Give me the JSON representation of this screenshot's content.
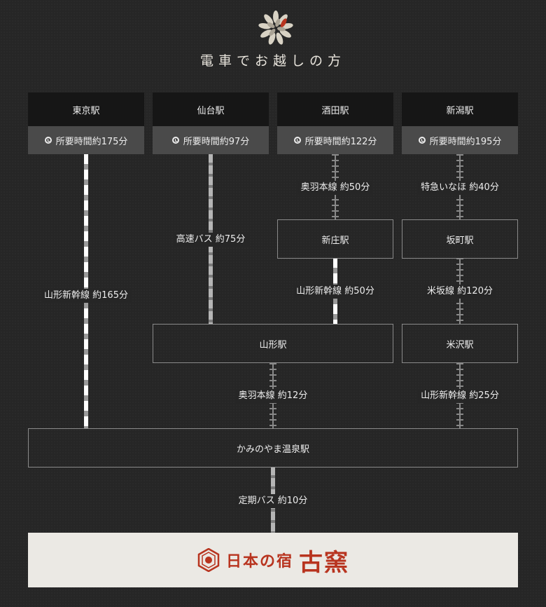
{
  "title": "電車でお越しの方",
  "stations": [
    {
      "name": "東京駅",
      "time": "所要時間約175分"
    },
    {
      "name": "仙台駅",
      "time": "所要時間約97分"
    },
    {
      "name": "酒田駅",
      "time": "所要時間約122分"
    },
    {
      "name": "新潟駅",
      "time": "所要時間約195分"
    }
  ],
  "boxes": {
    "shinjo": "新庄駅",
    "sakamachi": "坂町駅",
    "yamagata": "山形駅",
    "yonezawa": "米沢駅",
    "kaminoyama": "かみのやま温泉駅"
  },
  "routes": {
    "tokyo_shinkansen": "山形新幹線 約165分",
    "sendai_bus": "高速バス 約75分",
    "sakata_ou": "奥羽本線 約50分",
    "shinjo_shinkansen": "山形新幹線 約50分",
    "niigata_inaho": "特急いなほ 約40分",
    "sakamachi_yonesaka": "米坂線 約120分",
    "yamagata_ou": "奥羽本線 約12分",
    "yonezawa_shinkansen": "山形新幹線 約25分",
    "kaminoyama_bus": "定期バス 約10分"
  },
  "logo": {
    "small": "日本の宿",
    "big": "古窯"
  },
  "icons": {
    "clock": "clock-icon",
    "flower": "flower-emblem-icon",
    "logo": "kiln-crest-icon"
  },
  "colors": {
    "background": "#262626",
    "accent": "#b8341f",
    "box_border": "#8a8a8a"
  }
}
